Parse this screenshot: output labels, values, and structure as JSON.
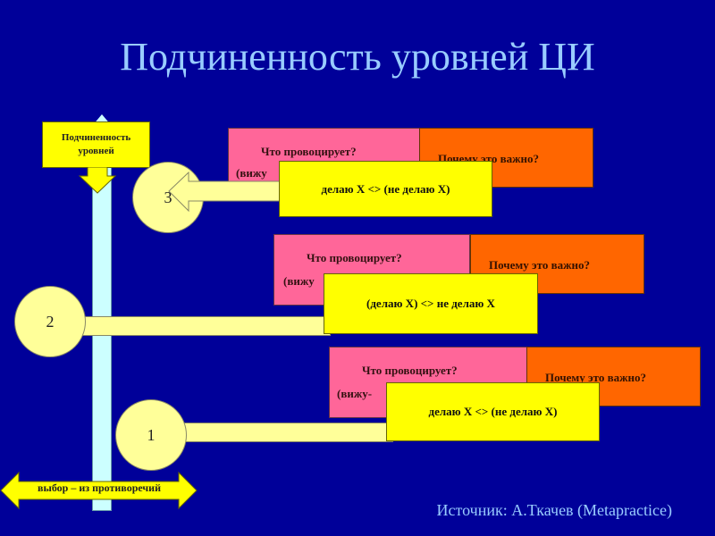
{
  "slide": {
    "title": "Подчиненность уровней ЦИ",
    "source": "Источник: А.Ткачев (Metapractice)"
  },
  "axis": {
    "top_label_line1": "Подчиненность",
    "top_label_line2": "уровней",
    "bottom_label": "выбор – из противоречий"
  },
  "levels": [
    {
      "number": "3",
      "question_what": "Что провоцирует?",
      "question_what_sub": "(вижу",
      "question_why": "Почему это важно?",
      "statement": "делаю X <> (не делаю X)"
    },
    {
      "number": "2",
      "question_what": "Что провоцирует?",
      "question_what_sub": "(вижу",
      "question_why": "Почему это важно?",
      "statement": "(делаю X) <> не делаю X"
    },
    {
      "number": "1",
      "question_what": "Что провоцирует?",
      "question_what_sub": "(вижу-",
      "question_why": "Почему это важно?",
      "statement": "делаю X <> (не делаю X)"
    }
  ],
  "colors": {
    "background": "#000099",
    "title": "#99ccff",
    "pink": "#ff6699",
    "orange": "#ff6600",
    "yellow": "#ffff00",
    "pale_yellow": "#ffff99",
    "axis": "#ccffff"
  }
}
